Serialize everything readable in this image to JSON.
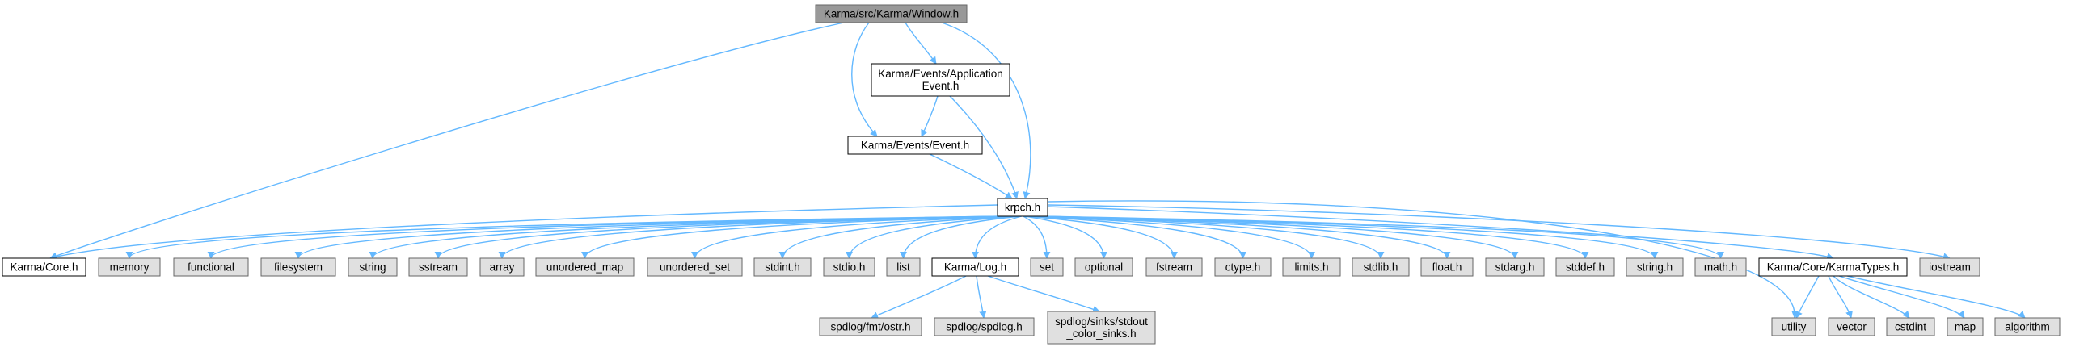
{
  "colors": {
    "root_fill": "#999999",
    "documented_fill": "#ffffff",
    "external_fill": "#e0e0e0",
    "box_border": "#666666",
    "documented_border": "#000000",
    "edge": "#63b8ff"
  },
  "nodes": [
    {
      "id": "window_h",
      "lines": [
        "Karma/src/Karma/Window.h"
      ],
      "kind": "root"
    },
    {
      "id": "appevent_h",
      "lines": [
        "Karma/Events/Application",
        "Event.h"
      ],
      "kind": "documented"
    },
    {
      "id": "event_h",
      "lines": [
        "Karma/Events/Event.h"
      ],
      "kind": "documented"
    },
    {
      "id": "krpch_h",
      "lines": [
        "krpch.h"
      ],
      "kind": "documented"
    },
    {
      "id": "core_h",
      "lines": [
        "Karma/Core.h"
      ],
      "kind": "documented"
    },
    {
      "id": "memory",
      "lines": [
        "memory"
      ],
      "kind": "external"
    },
    {
      "id": "functional",
      "lines": [
        "functional"
      ],
      "kind": "external"
    },
    {
      "id": "filesystem",
      "lines": [
        "filesystem"
      ],
      "kind": "external"
    },
    {
      "id": "string",
      "lines": [
        "string"
      ],
      "kind": "external"
    },
    {
      "id": "sstream",
      "lines": [
        "sstream"
      ],
      "kind": "external"
    },
    {
      "id": "array",
      "lines": [
        "array"
      ],
      "kind": "external"
    },
    {
      "id": "unordered_map",
      "lines": [
        "unordered_map"
      ],
      "kind": "external"
    },
    {
      "id": "unordered_set",
      "lines": [
        "unordered_set"
      ],
      "kind": "external"
    },
    {
      "id": "stdint_h",
      "lines": [
        "stdint.h"
      ],
      "kind": "external"
    },
    {
      "id": "stdio_h",
      "lines": [
        "stdio.h"
      ],
      "kind": "external"
    },
    {
      "id": "list",
      "lines": [
        "list"
      ],
      "kind": "external"
    },
    {
      "id": "log_h",
      "lines": [
        "Karma/Log.h"
      ],
      "kind": "documented"
    },
    {
      "id": "set",
      "lines": [
        "set"
      ],
      "kind": "external"
    },
    {
      "id": "optional",
      "lines": [
        "optional"
      ],
      "kind": "external"
    },
    {
      "id": "fstream",
      "lines": [
        "fstream"
      ],
      "kind": "external"
    },
    {
      "id": "ctype_h",
      "lines": [
        "ctype.h"
      ],
      "kind": "external"
    },
    {
      "id": "limits_h",
      "lines": [
        "limits.h"
      ],
      "kind": "external"
    },
    {
      "id": "stdlib_h",
      "lines": [
        "stdlib.h"
      ],
      "kind": "external"
    },
    {
      "id": "float_h",
      "lines": [
        "float.h"
      ],
      "kind": "external"
    },
    {
      "id": "stdarg_h",
      "lines": [
        "stdarg.h"
      ],
      "kind": "external"
    },
    {
      "id": "stddef_h",
      "lines": [
        "stddef.h"
      ],
      "kind": "external"
    },
    {
      "id": "string_h",
      "lines": [
        "string.h"
      ],
      "kind": "external"
    },
    {
      "id": "math_h",
      "lines": [
        "math.h"
      ],
      "kind": "external"
    },
    {
      "id": "karmatypes_h",
      "lines": [
        "Karma/Core/KarmaTypes.h"
      ],
      "kind": "documented"
    },
    {
      "id": "iostream",
      "lines": [
        "iostream"
      ],
      "kind": "external"
    },
    {
      "id": "fmt_ostr",
      "lines": [
        "spdlog/fmt/ostr.h"
      ],
      "kind": "external"
    },
    {
      "id": "spdlog_h",
      "lines": [
        "spdlog/spdlog.h"
      ],
      "kind": "external"
    },
    {
      "id": "stdout_sinks",
      "lines": [
        "spdlog/sinks/stdout",
        "_color_sinks.h"
      ],
      "kind": "external"
    },
    {
      "id": "utility",
      "lines": [
        "utility"
      ],
      "kind": "external"
    },
    {
      "id": "vector",
      "lines": [
        "vector"
      ],
      "kind": "external"
    },
    {
      "id": "cstdint",
      "lines": [
        "cstdint"
      ],
      "kind": "external"
    },
    {
      "id": "map",
      "lines": [
        "map"
      ],
      "kind": "external"
    },
    {
      "id": "algorithm",
      "lines": [
        "algorithm"
      ],
      "kind": "external"
    }
  ],
  "edges": [
    [
      "window_h",
      "core_h"
    ],
    [
      "window_h",
      "appevent_h"
    ],
    [
      "window_h",
      "event_h"
    ],
    [
      "window_h",
      "krpch_h"
    ],
    [
      "appevent_h",
      "event_h"
    ],
    [
      "appevent_h",
      "krpch_h"
    ],
    [
      "event_h",
      "krpch_h"
    ],
    [
      "krpch_h",
      "core_h"
    ],
    [
      "krpch_h",
      "memory"
    ],
    [
      "krpch_h",
      "functional"
    ],
    [
      "krpch_h",
      "filesystem"
    ],
    [
      "krpch_h",
      "string"
    ],
    [
      "krpch_h",
      "sstream"
    ],
    [
      "krpch_h",
      "array"
    ],
    [
      "krpch_h",
      "unordered_map"
    ],
    [
      "krpch_h",
      "unordered_set"
    ],
    [
      "krpch_h",
      "stdint_h"
    ],
    [
      "krpch_h",
      "stdio_h"
    ],
    [
      "krpch_h",
      "list"
    ],
    [
      "krpch_h",
      "log_h"
    ],
    [
      "krpch_h",
      "set"
    ],
    [
      "krpch_h",
      "optional"
    ],
    [
      "krpch_h",
      "fstream"
    ],
    [
      "krpch_h",
      "ctype_h"
    ],
    [
      "krpch_h",
      "limits_h"
    ],
    [
      "krpch_h",
      "stdlib_h"
    ],
    [
      "krpch_h",
      "float_h"
    ],
    [
      "krpch_h",
      "stdarg_h"
    ],
    [
      "krpch_h",
      "stddef_h"
    ],
    [
      "krpch_h",
      "string_h"
    ],
    [
      "krpch_h",
      "math_h"
    ],
    [
      "krpch_h",
      "karmatypes_h"
    ],
    [
      "krpch_h",
      "iostream"
    ],
    [
      "krpch_h",
      "utility"
    ],
    [
      "log_h",
      "fmt_ostr"
    ],
    [
      "log_h",
      "spdlog_h"
    ],
    [
      "log_h",
      "stdout_sinks"
    ],
    [
      "karmatypes_h",
      "utility"
    ],
    [
      "karmatypes_h",
      "vector"
    ],
    [
      "karmatypes_h",
      "cstdint"
    ],
    [
      "karmatypes_h",
      "map"
    ],
    [
      "karmatypes_h",
      "algorithm"
    ]
  ]
}
